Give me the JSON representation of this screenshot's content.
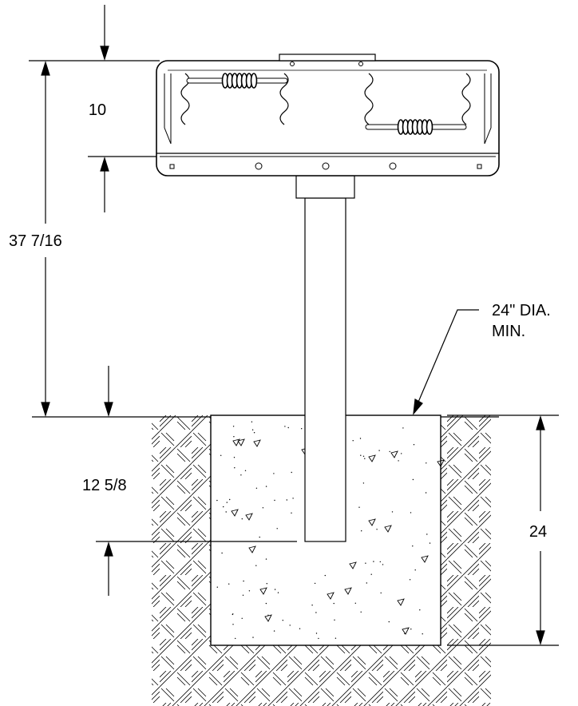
{
  "dimensions": {
    "overall_height": "37 7/16",
    "fixture_height": "10",
    "embedment_depth": "12 5/8",
    "footing_depth": "24"
  },
  "callout": {
    "line1": "24\" DIA.",
    "line2": "MIN."
  },
  "icons": {
    "soil": "soil-hatch-icon",
    "concrete": "concrete-stipple-icon",
    "spring": "coil-spring-icon"
  },
  "colors": {
    "line": "#000000",
    "fixture_fill": "#ffffff",
    "background": "#ffffff"
  }
}
